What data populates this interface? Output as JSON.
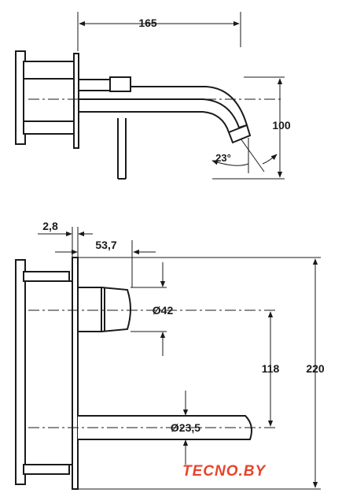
{
  "dimensions": {
    "side_view": {
      "overall_length": "165",
      "spout_height": "100",
      "spout_angle": "23°"
    },
    "front_view": {
      "plate_thickness": "2,8",
      "body_depth": "53,7",
      "handle_diameter": "Ø42",
      "handle_to_spout": "118",
      "overall_height": "220",
      "spout_diameter": "Ø23,5"
    }
  },
  "brand": {
    "logo_text": "TECNO.BY"
  },
  "colors": {
    "line": "#1a1a1a",
    "logo": "#e8432a"
  }
}
